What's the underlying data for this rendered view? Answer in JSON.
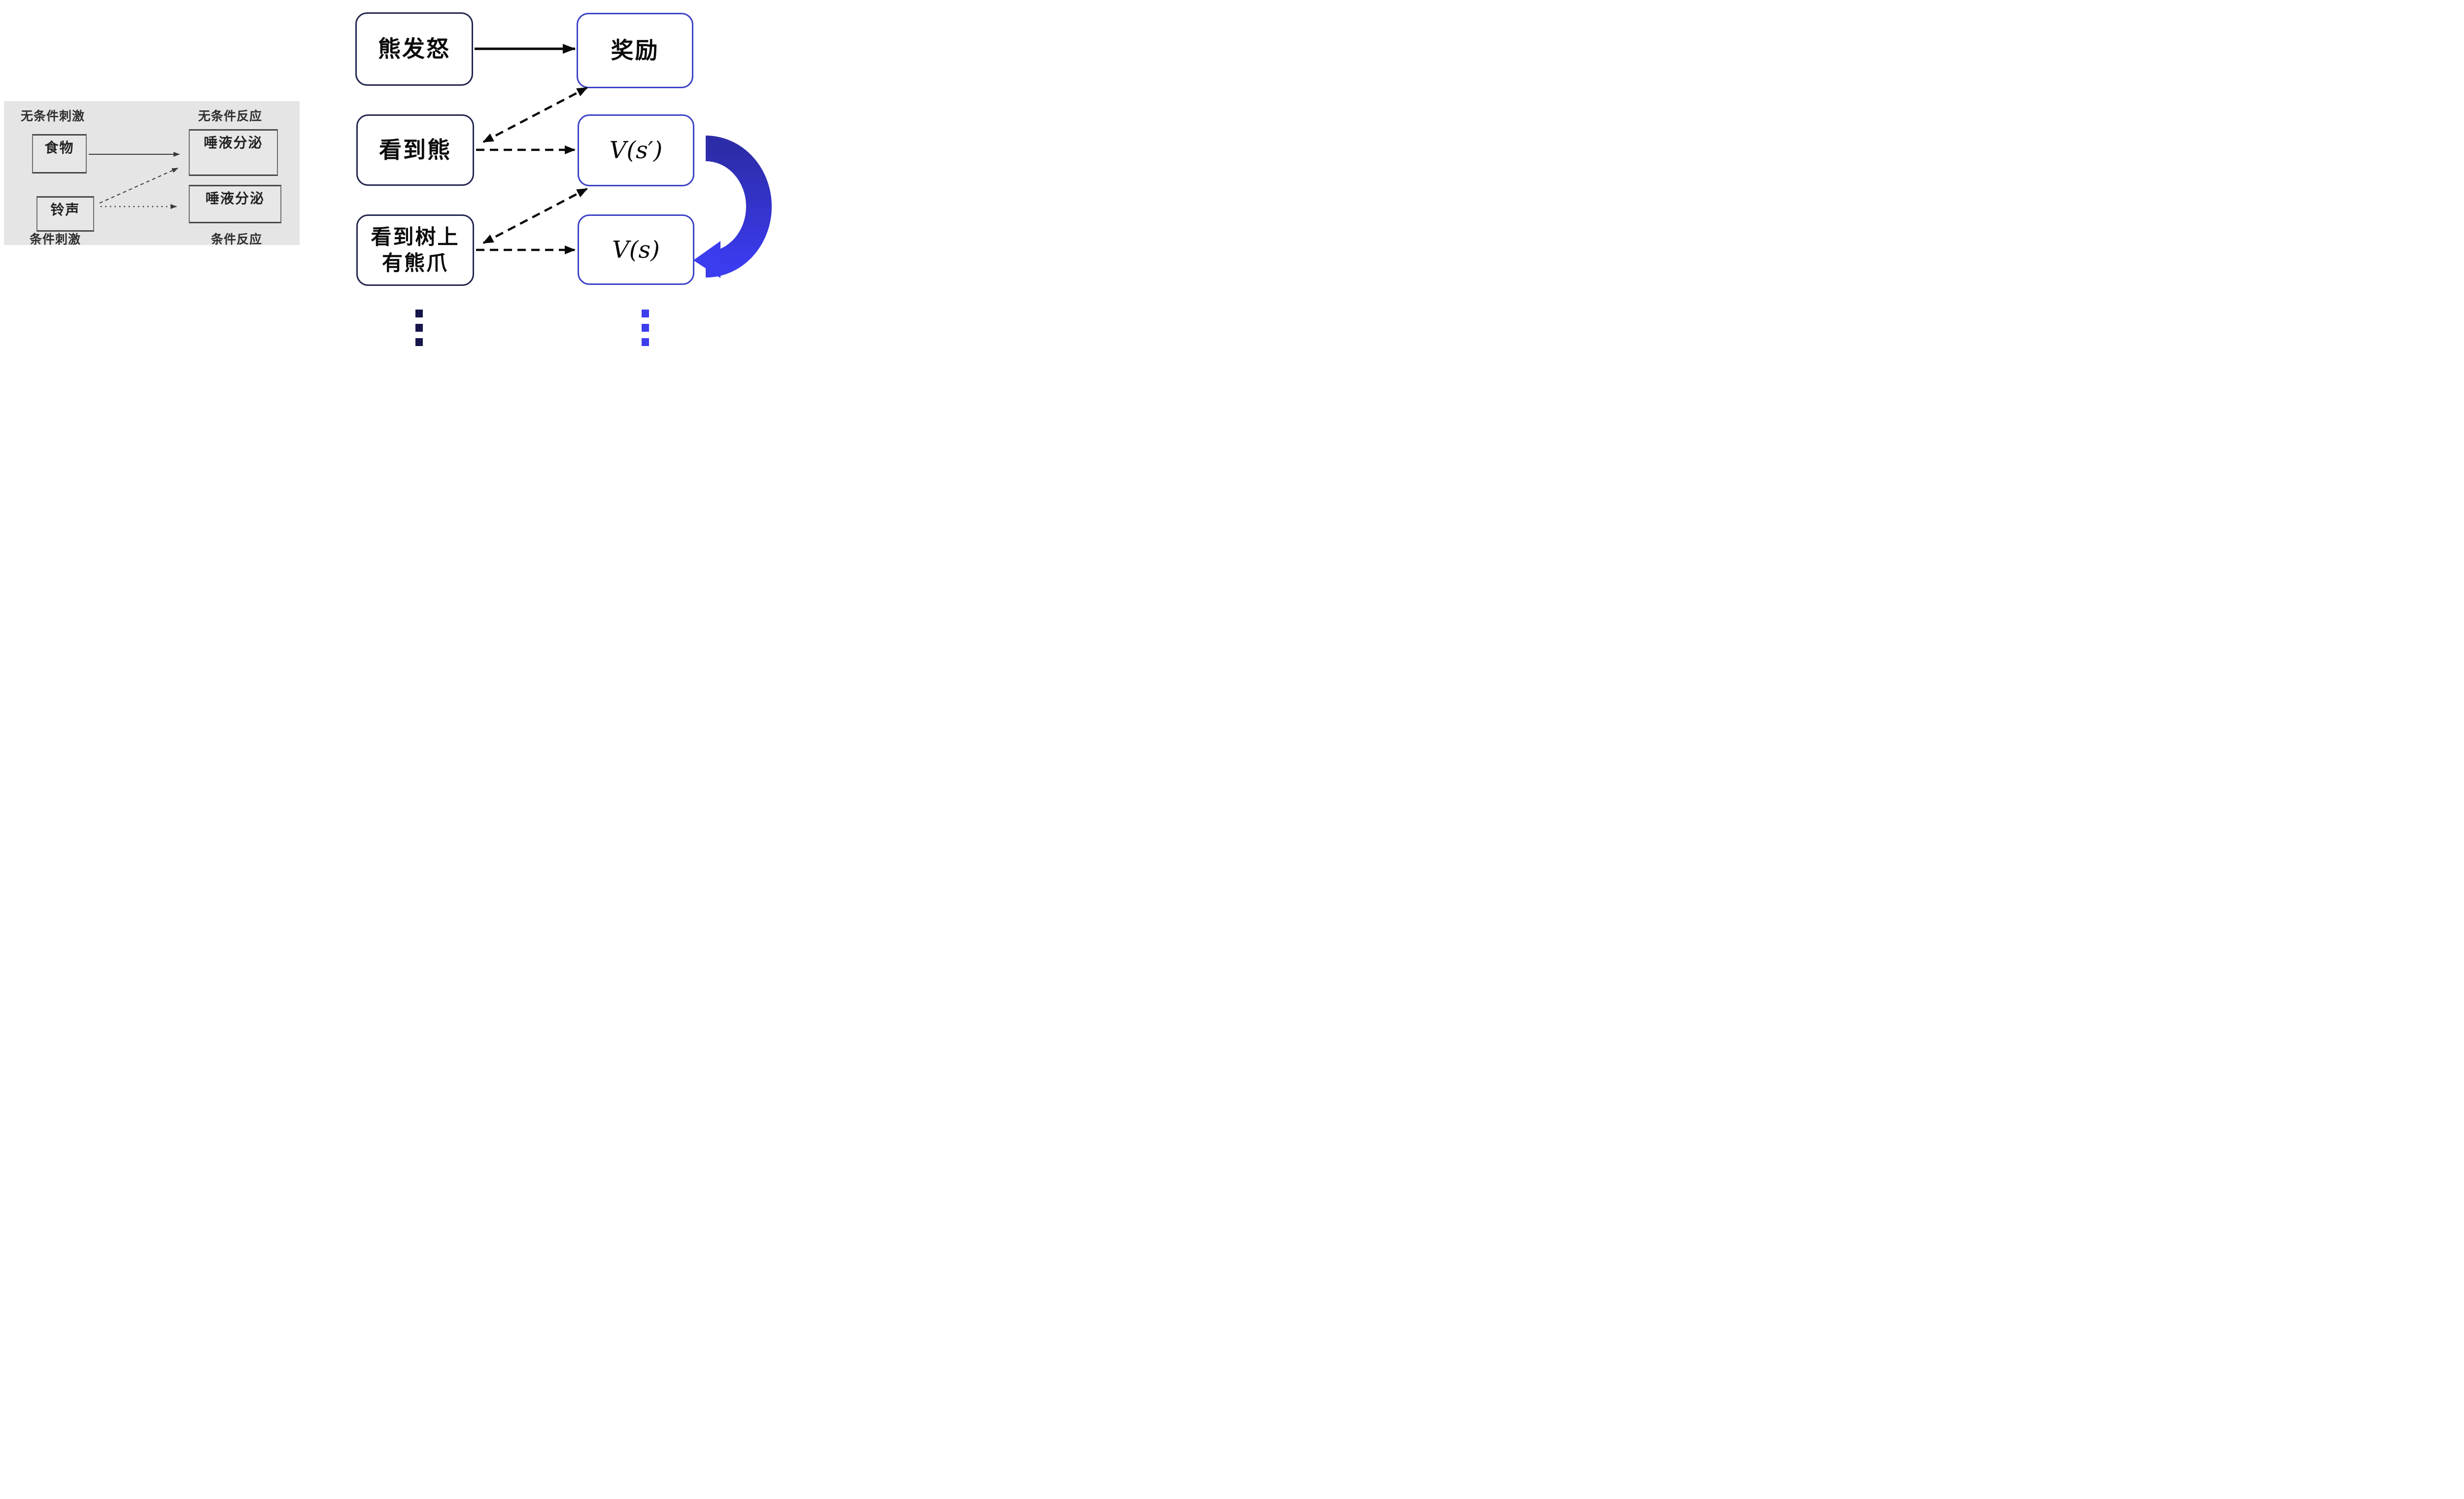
{
  "left_panel": {
    "label_top_left": "无条件刺激",
    "label_top_right": "无条件反应",
    "label_bottom_left": "条件刺激",
    "label_bottom_right": "条件反应",
    "box_food": "食物",
    "box_saliva_top": "唾液分泌",
    "box_bell": "铃声",
    "box_saliva_bottom": "唾液分泌"
  },
  "right_diagram": {
    "nodes": {
      "bear_angry": "熊发怒",
      "reward": "奖励",
      "see_bear": "看到熊",
      "v_s_prime": "V(s′)",
      "see_claws_line1": "看到树上",
      "see_claws_line2": "有熊爪",
      "v_s": "V(s)"
    }
  },
  "colors": {
    "panel_bg": "#e5e5e5",
    "panel_line": "#3a3a3a",
    "node_border_dark": "#23264f",
    "node_border_blue": "#3a42c6",
    "arrow_black": "#0a0a0a",
    "ribbon_top": "#2c2ca8",
    "ribbon_bottom": "#3b3bef",
    "dots_left": "#15154a",
    "dots_right": "#3d3dee"
  }
}
